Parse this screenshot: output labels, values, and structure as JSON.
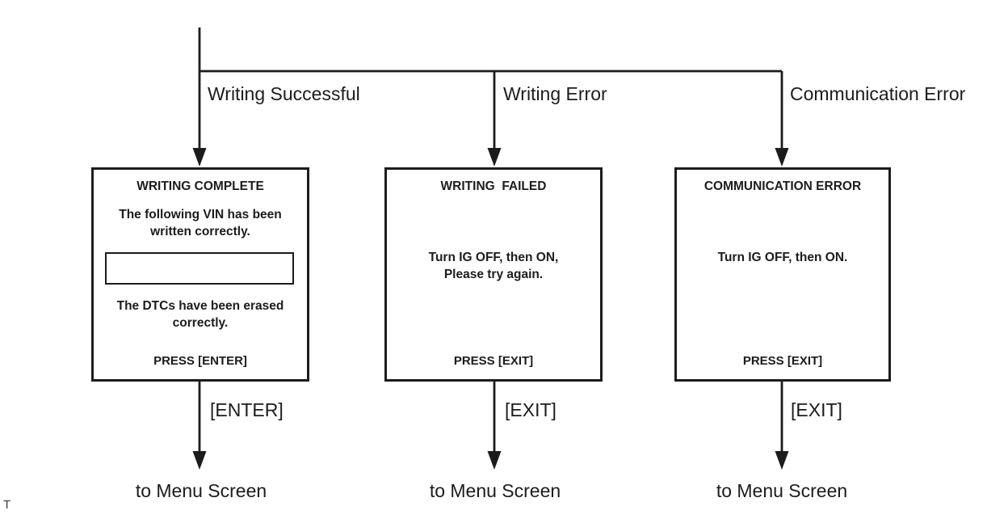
{
  "colors": {
    "line": "#1c1c1c",
    "text": "#1c1c1c",
    "background": "#ffffff"
  },
  "diagram": {
    "branch_labels": {
      "left": "Writing Successful",
      "middle": "Writing Error",
      "right": "Communication Error"
    },
    "boxes": [
      {
        "title": "WRITING COMPLETE",
        "text_above_field": "The following VIN has been\nwritten correctly.",
        "vin_field_value": "",
        "text_below_field": "The DTCs have been erased\ncorrectly.",
        "press_label": "PRESS [ENTER]"
      },
      {
        "title": "WRITING  FAILED",
        "body": "Turn IG OFF, then ON,\nPlease try again.",
        "press_label": "PRESS [EXIT]"
      },
      {
        "title": "COMMUNICATION ERROR",
        "body": "Turn IG OFF, then ON.",
        "press_label": "PRESS [EXIT]"
      }
    ],
    "key_labels": [
      "[ENTER]",
      "[EXIT]",
      "[EXIT]"
    ],
    "destination_labels": [
      "to Menu Screen",
      "to Menu Screen",
      "to Menu Screen"
    ],
    "corner_text": "T"
  }
}
